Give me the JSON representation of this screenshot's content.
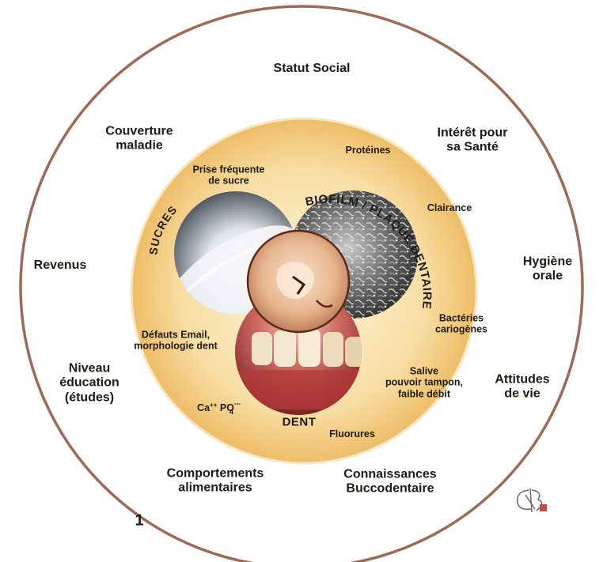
{
  "outer_factors": {
    "statut_social": "Statut Social",
    "couverture_maladie": [
      "Couverture",
      "maladie"
    ],
    "interet_sante": [
      "Intérêt pour",
      "sa Santé"
    ],
    "revenus": "Revenus",
    "hygiene_orale": [
      "Hygiène",
      "orale"
    ],
    "niveau_education": [
      "Niveau",
      "éducation",
      "(études)"
    ],
    "attitudes_de_vie": [
      "Attitudes",
      "de vie"
    ],
    "comportements_alimentaires": [
      "Comportements",
      "alimentaires"
    ],
    "connaissances_buccodentaire": [
      "Connaissances",
      "Buccodentaire"
    ]
  },
  "inner_factors": {
    "proteines": "Protéines",
    "prise_sucre": [
      "Prise fréquente",
      "de sucre"
    ],
    "clairance": "Clairance",
    "bacteries": [
      "Bactéries",
      "cariogènes"
    ],
    "defauts_email": [
      "Défauts Email,",
      "morphologie dent"
    ],
    "salive": [
      "Salive",
      "pouvoir tampon,",
      "faible débit"
    ],
    "fluorures": "Fluorures",
    "ions": {
      "ca": "Ca",
      "ca_charge": "++",
      "po": "PO",
      "po_sub": "4",
      "po_charge": "---"
    }
  },
  "core": {
    "sucres": "SUCRES",
    "biofilm": "BIOFILM / PLAQUE DENTAIRE",
    "dent": "DENT"
  },
  "figure_number": "1",
  "colors": {
    "outer_ring": "#9e6a58",
    "inner_fill_center": "#fbefcf",
    "inner_fill_edge": "#f0c473",
    "inner_edge": "#f6e7c3",
    "text": "#1e1a15"
  },
  "icons": [
    "signature-monogram"
  ]
}
